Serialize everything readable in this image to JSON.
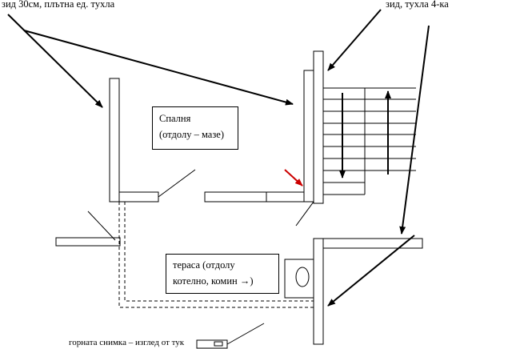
{
  "labels": {
    "wall_30cm": "зид 30см, плътна ед. тухла",
    "wall_brick_4": "зид, тухла 4-ка",
    "bedroom_line1": "Спалня",
    "bedroom_line2": "(отдолу – мазе)",
    "terrace_line1": "тераса (отдолу",
    "terrace_line2": "котелно, комин →)",
    "caption": "горната снимка – изглед от тук"
  },
  "colors": {
    "line": "#000000",
    "accent_arrow": "#cc0000"
  }
}
